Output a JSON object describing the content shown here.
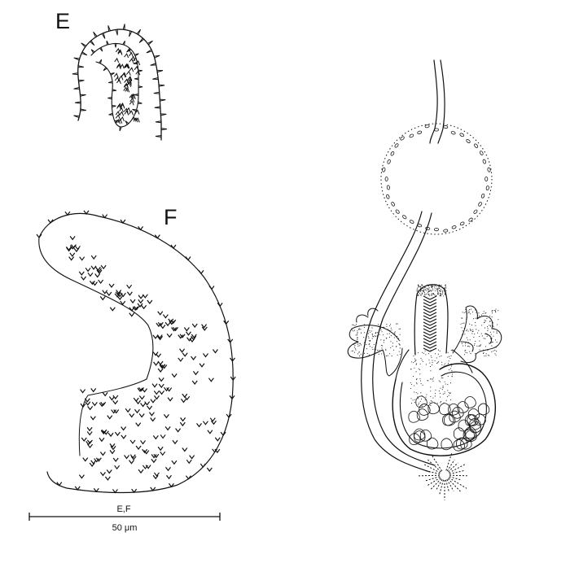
{
  "panels": {
    "e_label": "E",
    "f_label": "F"
  },
  "scale_bar": {
    "panels_label": "E,F",
    "length_label": "50 μm"
  },
  "ink_color": "#111111",
  "background": "#ffffff"
}
